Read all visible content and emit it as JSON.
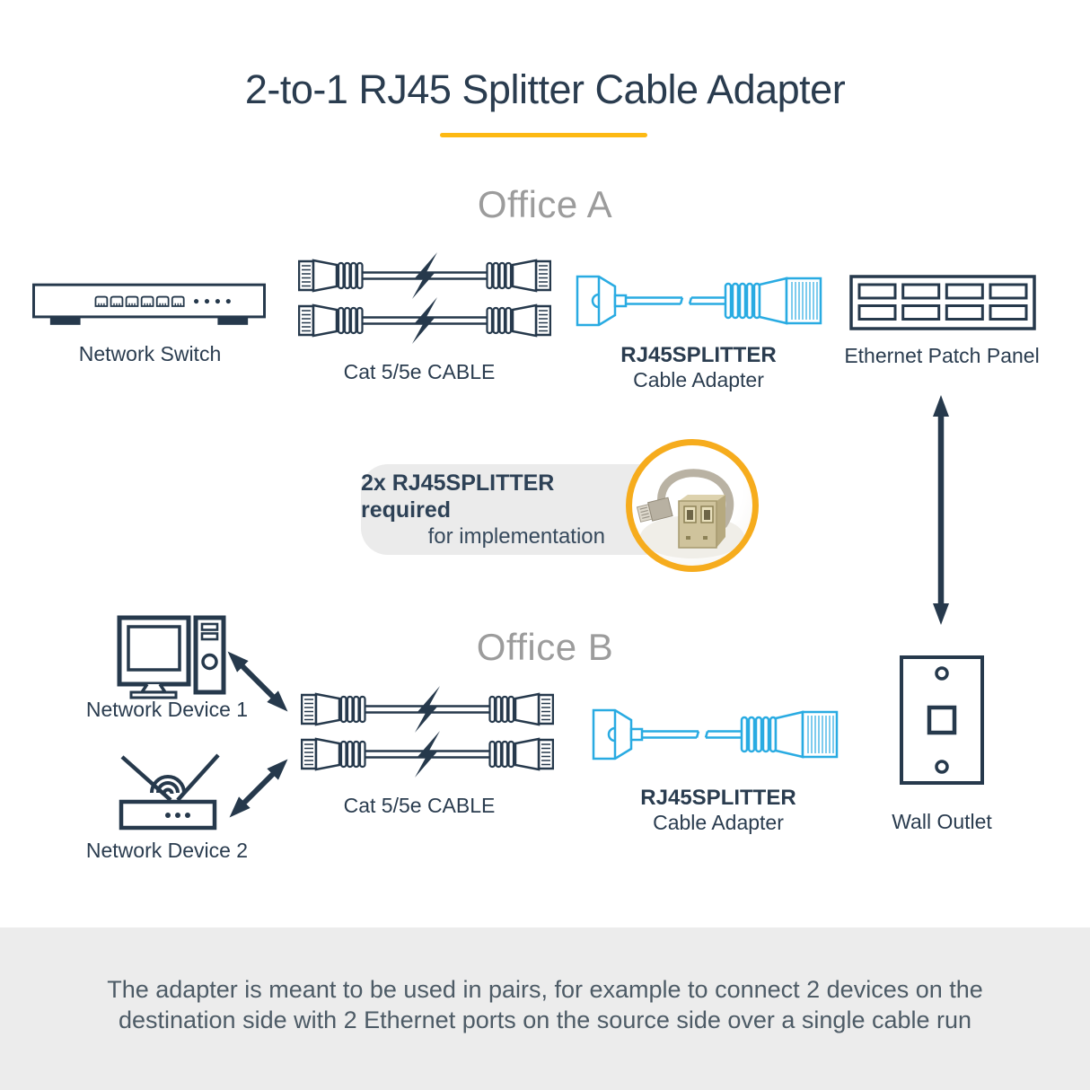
{
  "title": "2-to-1 RJ45 Splitter Cable Adapter",
  "office_a": {
    "heading": "Office A",
    "switch_label": "Network Switch",
    "cable_label": "Cat 5/5e CABLE",
    "splitter_name": "RJ45SPLITTER",
    "splitter_sub": "Cable Adapter",
    "patch_panel_label": "Ethernet Patch Panel"
  },
  "callout": {
    "line1": "2x RJ45SPLITTER required",
    "line2": "for implementation"
  },
  "office_b": {
    "heading": "Office B",
    "device1_label": "Network Device 1",
    "device2_label": "Network Device 2",
    "cable_label": "Cat 5/5e CABLE",
    "splitter_name": "RJ45SPLITTER",
    "splitter_sub": "Cable Adapter",
    "wall_outlet_label": "Wall Outlet"
  },
  "footer": {
    "line1": "The adapter is meant to be used in pairs, for example to connect 2 devices on the",
    "line2": "destination side with 2 Ethernet ports on the source side over a single cable run"
  },
  "colors": {
    "navy": "#26394C",
    "cyan": "#29ABE2",
    "accent_yellow": "#FDB913",
    "heading_gray": "#9C9C9C",
    "callout_bg": "#EBEBEB",
    "footer_bg": "#ECECEC",
    "photo_ring": "#F6AC1D"
  }
}
